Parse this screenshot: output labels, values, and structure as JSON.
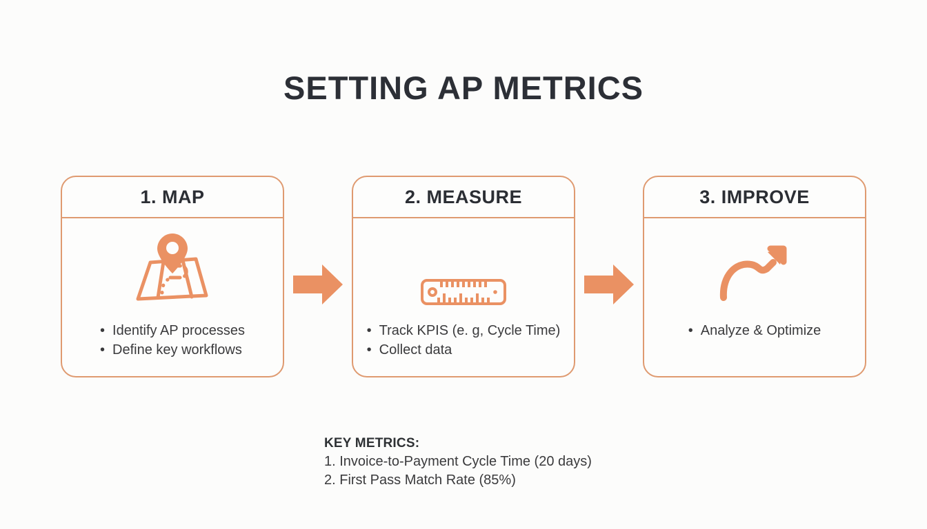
{
  "title": "SETTING AP METRICS",
  "steps": [
    {
      "header": "1. MAP",
      "icon": "map-icon",
      "bullets": [
        "Identify AP processes",
        "Define key workflows"
      ]
    },
    {
      "header": "2. MEASURE",
      "icon": "ruler-icon",
      "bullets": [
        "Track KPIS (e. g, Cycle Time)",
        "Collect data"
      ]
    },
    {
      "header": "3. IMPROVE",
      "icon": "trend-arrow-icon",
      "bullets": [
        "Analyze & Optimize"
      ]
    }
  ],
  "key_metrics": {
    "heading": "KEY METRICS:",
    "items": [
      "1. Invoice-to-Payment Cycle Time (20 days)",
      "2. First Pass Match Rate (85%)"
    ]
  },
  "colors": {
    "accent_orange": "#EA9163",
    "border_orange": "#DF9A70",
    "title_dark": "#2C2F36",
    "text_dark": "#3A3A3C",
    "background": "#FCFCFB"
  }
}
